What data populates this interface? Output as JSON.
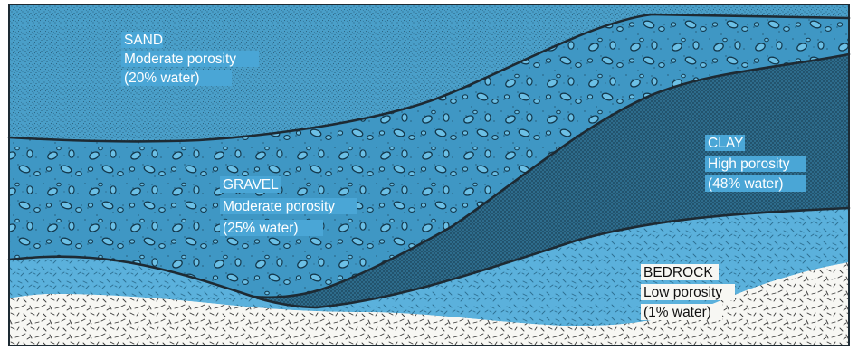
{
  "layers": [
    {
      "id": "sand",
      "name": "SAND",
      "porosity": "Moderate porosity",
      "water": "(20% water)",
      "color": "#4a9fc9"
    },
    {
      "id": "gravel",
      "name": "GRAVEL",
      "porosity": "Moderate porosity",
      "water": "(25% water)",
      "color": "#3f97c4"
    },
    {
      "id": "clay",
      "name": "CLAY",
      "porosity": "High porosity",
      "water": "(48% water)",
      "color": "#2f6f90"
    },
    {
      "id": "bedrock",
      "name": "BEDROCK",
      "porosity": "Low porosity",
      "water": "(1% water)",
      "color": "#f7f7f3"
    }
  ],
  "colors": {
    "lower_band": "#5bb1dc",
    "outline": "#1d2a33",
    "label_highlight": "#4aa6d6"
  }
}
